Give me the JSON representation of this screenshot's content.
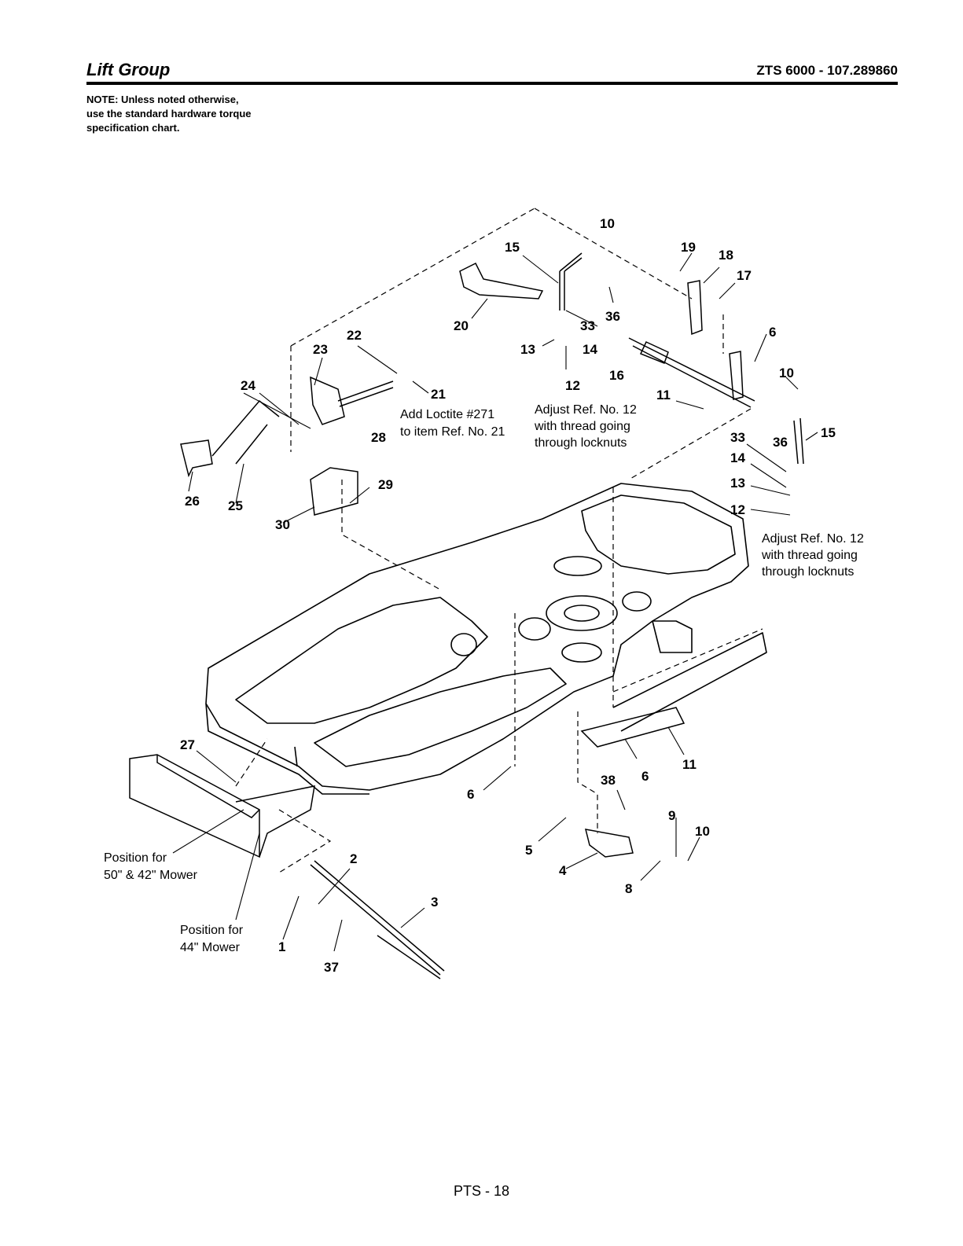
{
  "header": {
    "title": "Lift Group",
    "model": "ZTS 6000 - 107.289860"
  },
  "note": {
    "lines": [
      "NOTE: Unless noted otherwise,",
      "use the standard hardware torque",
      "specification chart."
    ]
  },
  "callouts": [
    "10",
    "15",
    "19",
    "18",
    "17",
    "20",
    "33",
    "36",
    "6",
    "22",
    "23",
    "13",
    "14",
    "16",
    "10",
    "24",
    "21",
    "12",
    "11",
    "15",
    "33",
    "36",
    "28",
    "14",
    "29",
    "13",
    "12",
    "26",
    "25",
    "30",
    "27",
    "6",
    "11",
    "38",
    "6",
    "2",
    "9",
    "10",
    "5",
    "4",
    "8",
    "3",
    "1",
    "37"
  ],
  "annotations": {
    "loctite": [
      "Add Loctite #271",
      "to item Ref. No. 21"
    ],
    "adjust_center": [
      "Adjust Ref. No. 12",
      "with thread going",
      "through locknuts"
    ],
    "adjust_right": [
      "Adjust Ref. No. 12",
      "with thread going",
      "through locknuts"
    ],
    "position_50_42": [
      "Position for",
      "50\" & 42\" Mower"
    ],
    "position_44": [
      "Position for",
      "44\" Mower"
    ]
  },
  "footer": {
    "page": "PTS - 18"
  }
}
